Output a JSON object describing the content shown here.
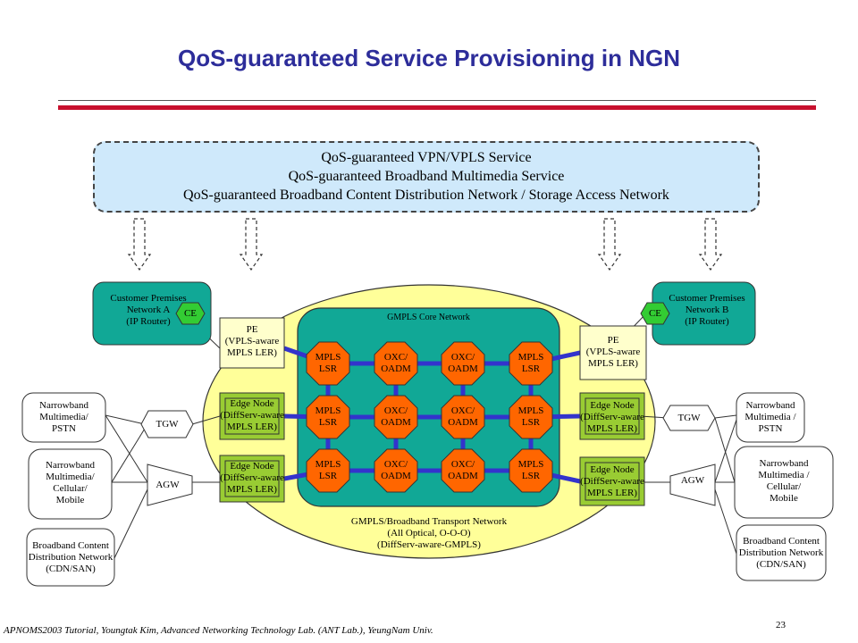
{
  "title": "QoS-guaranteed Service Provisioning in NGN",
  "services": [
    "QoS-guaranteed VPN/VPLS Service",
    "QoS-guaranteed Broadband Multimedia Service",
    "QoS-guaranteed Broadband Content Distribution Network / Storage Access Network"
  ],
  "core": {
    "label": "GMPLS Core Network",
    "transport": [
      "GMPLS/Broadband Transport Network",
      "(All Optical, O-O-O)",
      "(DiffServ-aware-GMPLS)"
    ],
    "nodes": [
      [
        "MPLS",
        "LSR"
      ],
      [
        "OXC/",
        "OADM"
      ],
      [
        "OXC/",
        "OADM"
      ],
      [
        "MPLS",
        "LSR"
      ],
      [
        "MPLS",
        "LSR"
      ],
      [
        "OXC/",
        "OADM"
      ],
      [
        "OXC/",
        "OADM"
      ],
      [
        "MPLS",
        "LSR"
      ],
      [
        "MPLS",
        "LSR"
      ],
      [
        "OXC/",
        "OADM"
      ],
      [
        "OXC/",
        "OADM"
      ],
      [
        "MPLS",
        "LSR"
      ]
    ]
  },
  "left": {
    "customer": [
      "Customer Premises",
      "Network A",
      "(IP Router)"
    ],
    "ce": "CE",
    "pe": [
      "PE",
      "(VPLS-aware",
      "MPLS LER)"
    ],
    "edge1": [
      "Edge Node",
      "(DiffServ-aware",
      "MPLS LER)"
    ],
    "edge2": [
      "Edge Node",
      "(DiffServ-aware",
      "MPLS LER)"
    ],
    "tgw": "TGW",
    "agw": "AGW",
    "access": [
      [
        "Narrowband",
        "Multimedia/",
        "PSTN"
      ],
      [
        "Narrowband",
        "Multimedia/",
        "Cellular/",
        "Mobile"
      ],
      [
        "Broadband Content",
        "Distribution Network",
        "(CDN/SAN)"
      ]
    ]
  },
  "right": {
    "customer": [
      "Customer Premises",
      "Network B",
      "(IP Router)"
    ],
    "ce": "CE",
    "pe": [
      "PE",
      "(VPLS-aware",
      "MPLS LER)"
    ],
    "edge1": [
      "Edge Node",
      "(DiffServ-aware",
      "MPLS LER)"
    ],
    "edge2": [
      "Edge Node",
      "(DiffServ-aware",
      "MPLS LER)"
    ],
    "tgw": "TGW",
    "agw": "AGW",
    "access": [
      [
        "Narrowband",
        "Multimedia /",
        "PSTN"
      ],
      [
        "Narrowband",
        "Multimedia /",
        "Cellular/",
        "Mobile"
      ],
      [
        "Broadband Content",
        "Distribution Network",
        "(CDN/SAN)"
      ]
    ]
  },
  "footer": "APNOMS2003 Tutorial,   Youngtak Kim,  Advanced Networking Technology Lab. (ANT Lab.),   YeungNam Univ.",
  "page_number": "23",
  "colors": {
    "title": "#2d2d9a",
    "accent_rule": "#c8102e",
    "service_box": "#cfe9fb",
    "transport": "#ffff99",
    "core": "#11a896",
    "lsr": "#ff6600",
    "customer": "#11a896",
    "ce": "#33cc33",
    "pe": "#ffffcc",
    "edge": "#99cc33",
    "link": "#3333cc"
  }
}
